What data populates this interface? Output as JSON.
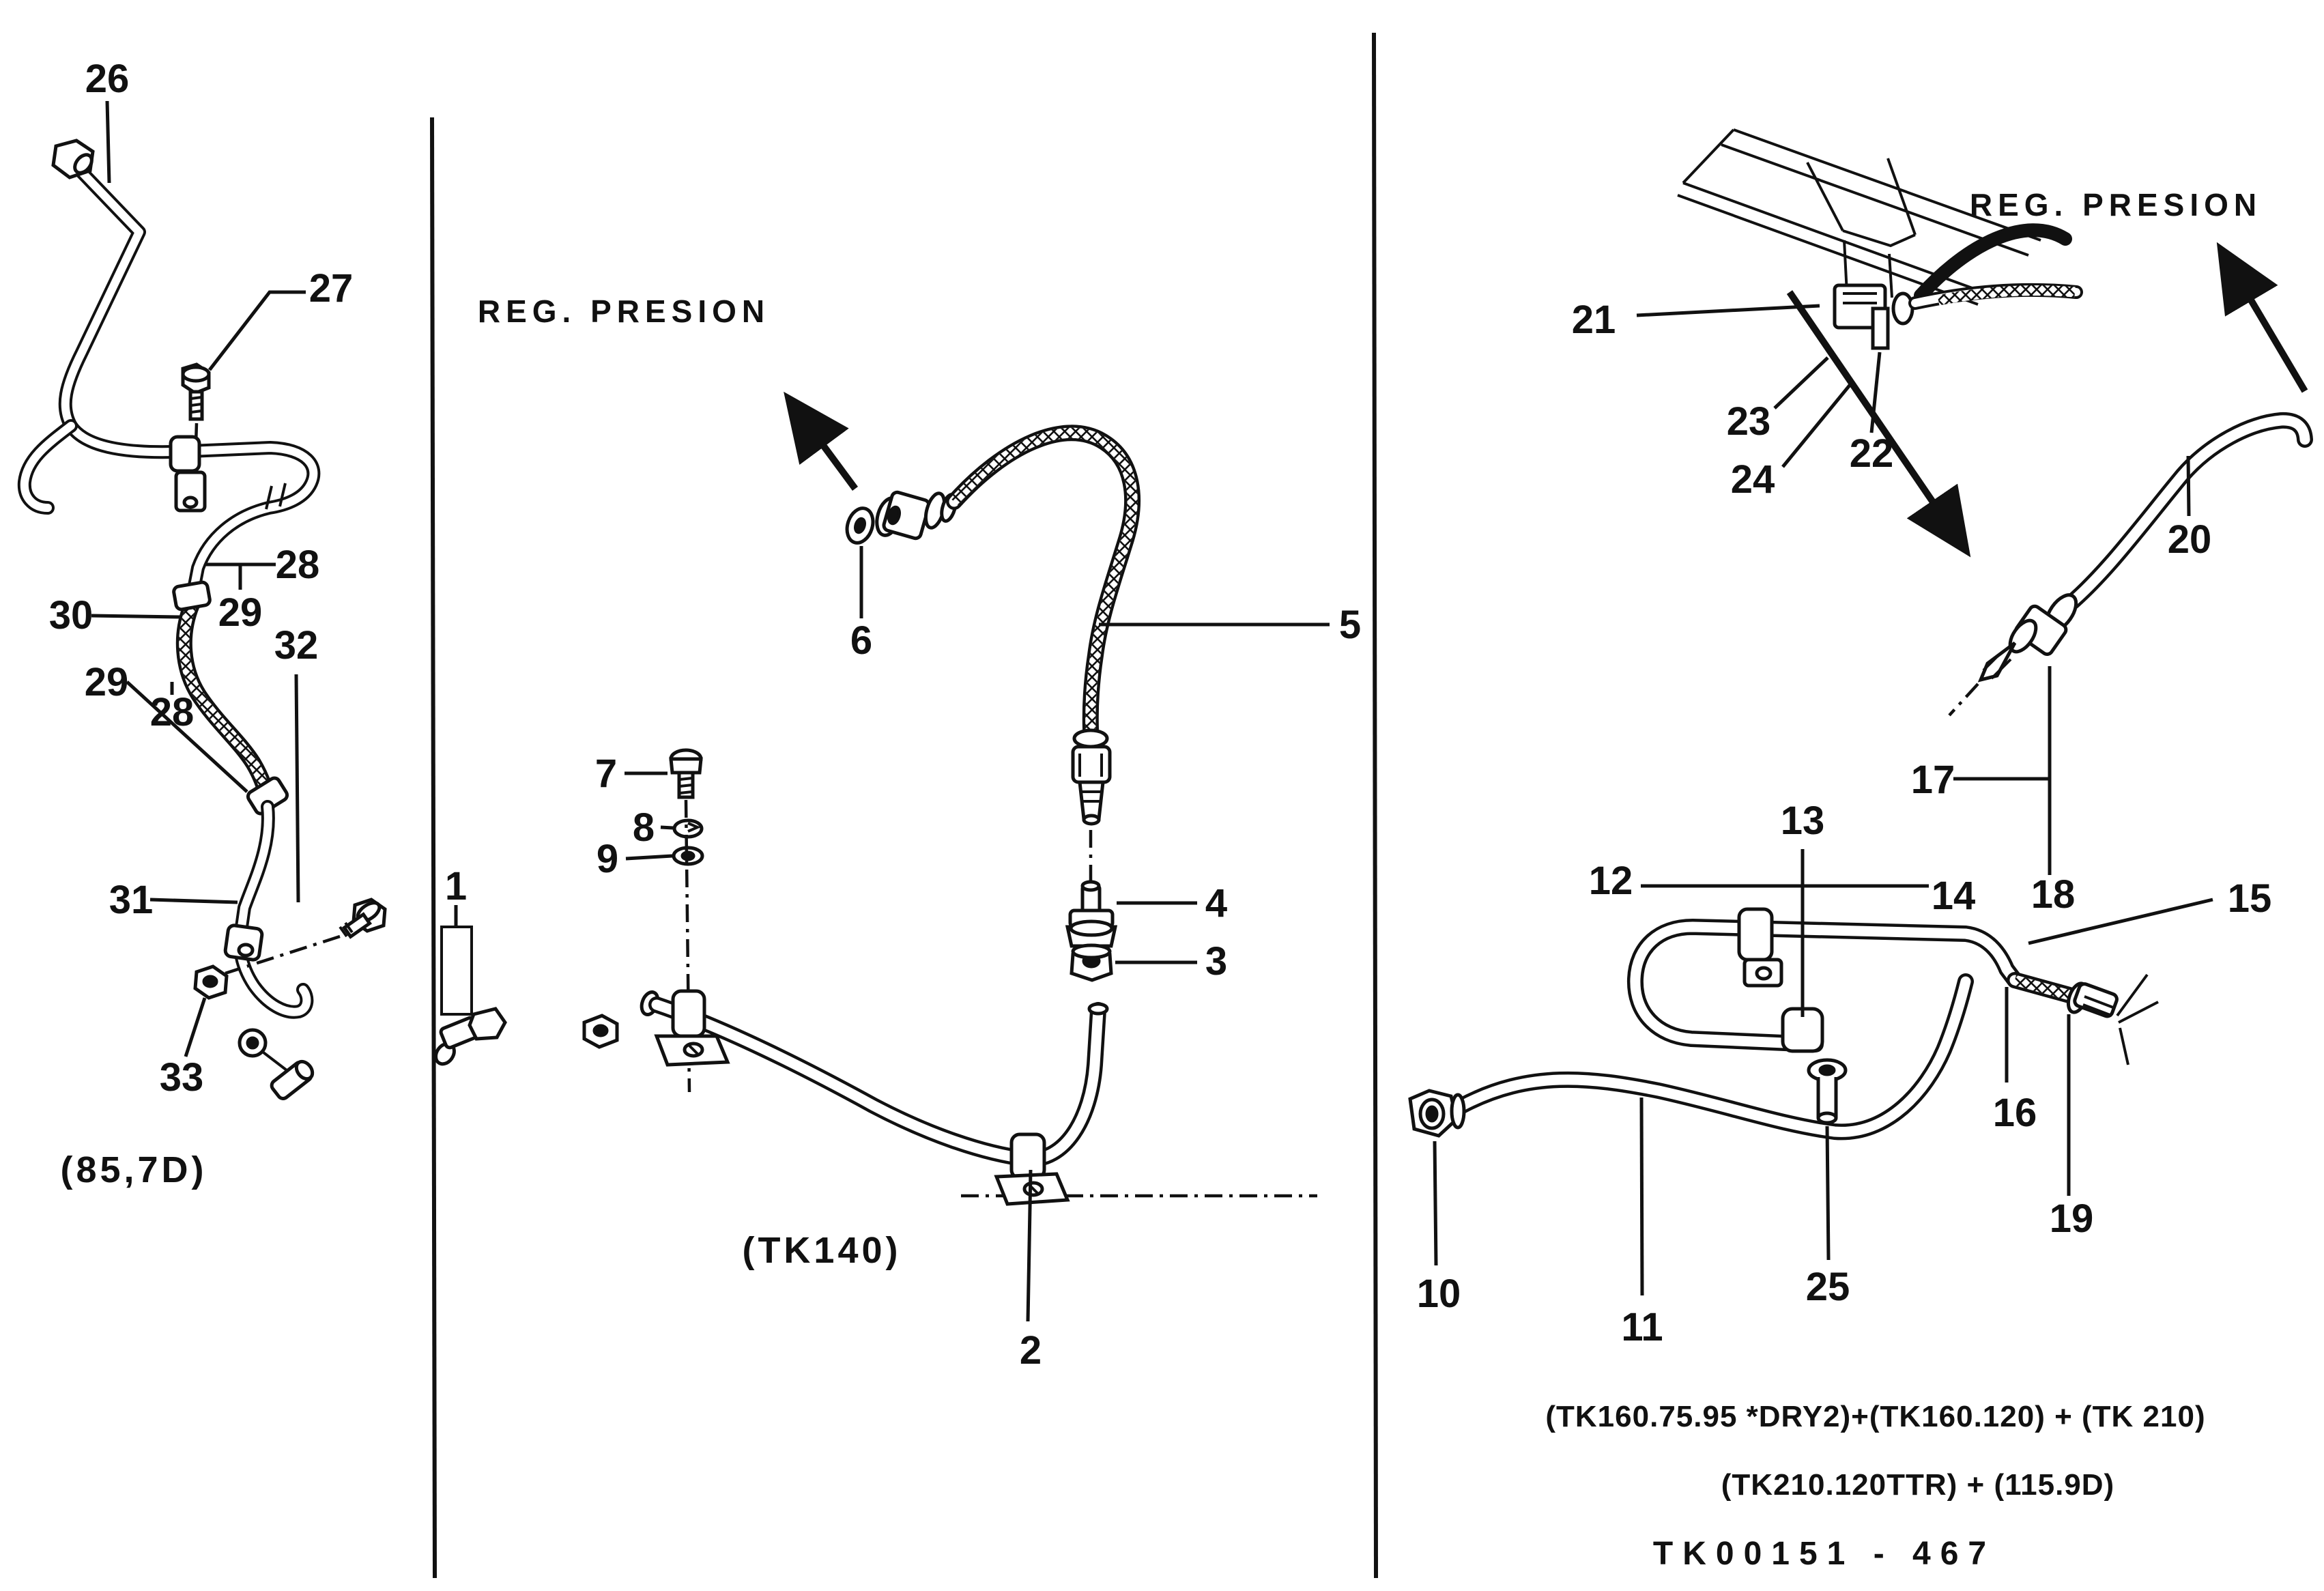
{
  "document": {
    "kind": "scanned parts diagram",
    "background_color": "#ffffff",
    "ink_color": "#111111"
  },
  "panels": {
    "left": {
      "variant": "(85,7D)",
      "callouts": {
        "n26": "26",
        "n27": "27",
        "n28a": "28",
        "n29a": "29",
        "n30": "30",
        "n29b": "29",
        "n28b": "28",
        "n31": "31",
        "n32": "32",
        "n33": "33"
      }
    },
    "center": {
      "note": "REG. PRESION",
      "variant": "(TK140)",
      "callouts": {
        "n1": "1",
        "n2": "2",
        "n3": "3",
        "n4": "4",
        "n5": "5",
        "n6": "6",
        "n7": "7",
        "n8": "8",
        "n9": "9"
      }
    },
    "right": {
      "note": "REG. PRESION",
      "applicability_line1": "(TK160.75.95 *DRY2)+(TK160.120) + (TK 210)",
      "applicability_line2": "(TK210.120TTR) + (115.9D)",
      "drawing_code": "TK00151 - 467",
      "callouts": {
        "n10": "10",
        "n11": "11",
        "n12": "12",
        "n13": "13",
        "n14": "14",
        "n15": "15",
        "n16": "16",
        "n17": "17",
        "n18": "18",
        "n19": "19",
        "n20": "20",
        "n21": "21",
        "n22": "22",
        "n23": "23",
        "n24": "24",
        "n25": "25"
      }
    }
  }
}
